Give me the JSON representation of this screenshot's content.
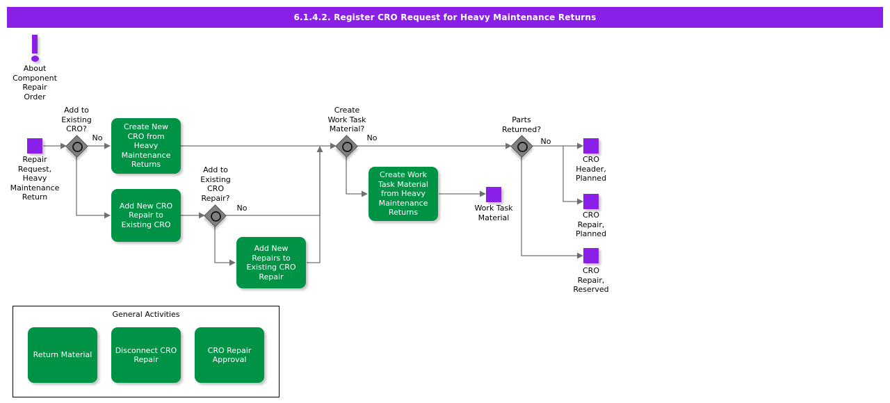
{
  "header": {
    "title": "6.1.4.2. Register CRO Request for Heavy Maintenance Returns"
  },
  "colors": {
    "title_bar": "#8a1fe8",
    "task_green": "#009245",
    "data_purple": "#8a1fe8",
    "gateway_gray": "#808080",
    "connector": "#707070",
    "text_dark": "#000000",
    "task_text": "#ffffff"
  },
  "annotation": {
    "icon": "exclamation-icon",
    "label": "About\nComponent\nRepair\nOrder"
  },
  "data_objects": [
    {
      "id": "repair-request",
      "label": "Repair\nRequest,\nHeavy\nMaintenance\nReturn"
    },
    {
      "id": "work-task-material",
      "label": "Work Task\nMaterial"
    },
    {
      "id": "cro-header-planned",
      "label": "CRO\nHeader,\nPlanned"
    },
    {
      "id": "cro-repair-planned",
      "label": "CRO\nRepair,\nPlanned"
    },
    {
      "id": "cro-repair-reserved",
      "label": "CRO\nRepair,\nReserved"
    }
  ],
  "gateways": [
    {
      "id": "add-to-existing-cro",
      "label": "Add to\nExisting\nCRO?",
      "branch_label": "No"
    },
    {
      "id": "add-to-existing-cro-repair",
      "label": "Add to\nExisting\nCRO\nRepair?",
      "branch_label": "No"
    },
    {
      "id": "create-work-task-material",
      "label": "Create\nWork Task\nMaterial?",
      "branch_label": "No"
    },
    {
      "id": "parts-returned",
      "label": "Parts\nReturned?",
      "branch_label": "No"
    }
  ],
  "tasks": [
    {
      "id": "create-new-cro",
      "label": "Create New\nCRO from\nHeavy\nMaintenance\nReturns"
    },
    {
      "id": "add-new-cro-repair",
      "label": "Add New CRO\nRepair to\nExisting CRO"
    },
    {
      "id": "add-new-repairs",
      "label": "Add New\nRepairs to\nExisting CRO\nRepair"
    },
    {
      "id": "create-work-task-material-task",
      "label": "Create Work\nTask Material\nfrom Heavy\nMaintenance\nReturns"
    }
  ],
  "general_activities": {
    "title": "General Activities",
    "items": [
      {
        "id": "return-material",
        "label": "Return Material"
      },
      {
        "id": "disconnect-cro-repair",
        "label": "Disconnect CRO\nRepair"
      },
      {
        "id": "cro-repair-approval",
        "label": "CRO Repair\nApproval"
      }
    ]
  }
}
